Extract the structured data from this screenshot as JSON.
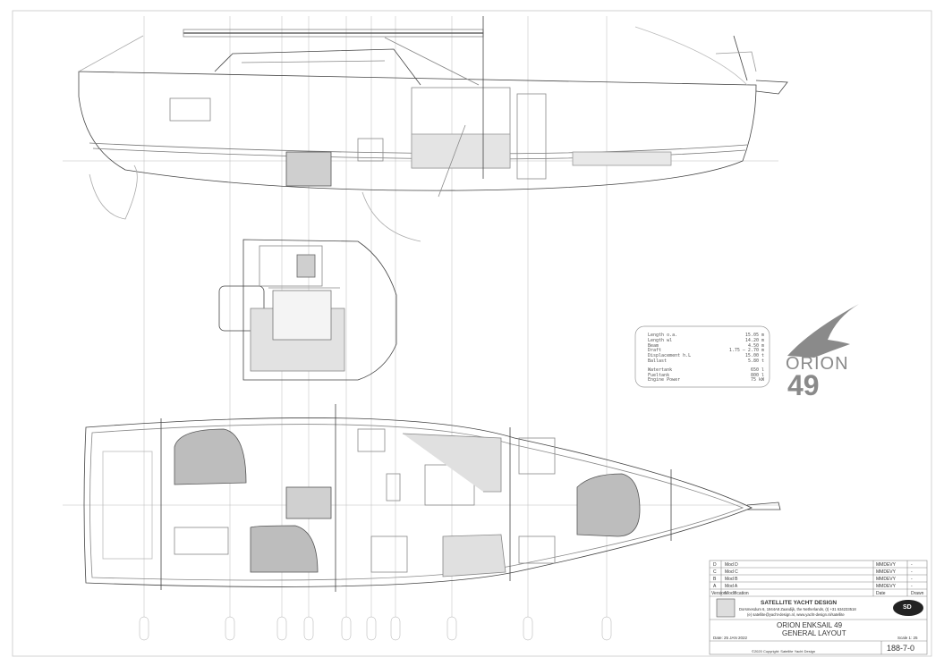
{
  "specs": [
    {
      "label": "Length o.a.",
      "value": "15.05 m"
    },
    {
      "label": "Length wl",
      "value": "14.20 m"
    },
    {
      "label": "Beam",
      "value": "4.50 m"
    },
    {
      "label": "Draft",
      "value": "1.75 – 2.70 m"
    },
    {
      "label": "Displacement h.L",
      "value": "15.00 t"
    },
    {
      "label": "Ballast",
      "value": "5.80 t"
    },
    {
      "label": "Watertank",
      "value": "650 l"
    },
    {
      "label": "Fueltank",
      "value": "800 l"
    },
    {
      "label": "Engine Power",
      "value": "75 kW"
    }
  ],
  "logo": {
    "brand": "ORION",
    "number": "49",
    "color": "#8a8a8a"
  },
  "revisions": [
    {
      "rev": "D",
      "mod": "Mod D",
      "by": "MMDEVY",
      "col": "-"
    },
    {
      "rev": "C",
      "mod": "Mod C",
      "by": "MMDEVY",
      "col": "-"
    },
    {
      "rev": "B",
      "mod": "Mod B",
      "by": "MMDEVY",
      "col": "-"
    },
    {
      "rev": "A",
      "mod": "Mod A",
      "by": "MMDEVY",
      "col": "-"
    }
  ],
  "rev_header": {
    "version": "Version",
    "modification": "Modification",
    "date": "Date",
    "drawn": "Drawn"
  },
  "company": {
    "name": "SATELLITE YACHT DESIGN",
    "address": "Dorsmesdum 6, 1944A8 Zaandijk, the Netherlands, (t) +31 634233518",
    "contact": "(e) satellite@yacht-design.nl, www.yacht-design.nl/satellite",
    "logo_text": "SD"
  },
  "drawing": {
    "title1": "ORION ENKSAIL 49",
    "title2": "GENERAL LAYOUT",
    "date": "Date: 25 JAN 2022",
    "scale": "Scale 1: 25",
    "number": "188-7-0",
    "copyright": "©2020 Copyright: Satellite Yacht Design"
  }
}
